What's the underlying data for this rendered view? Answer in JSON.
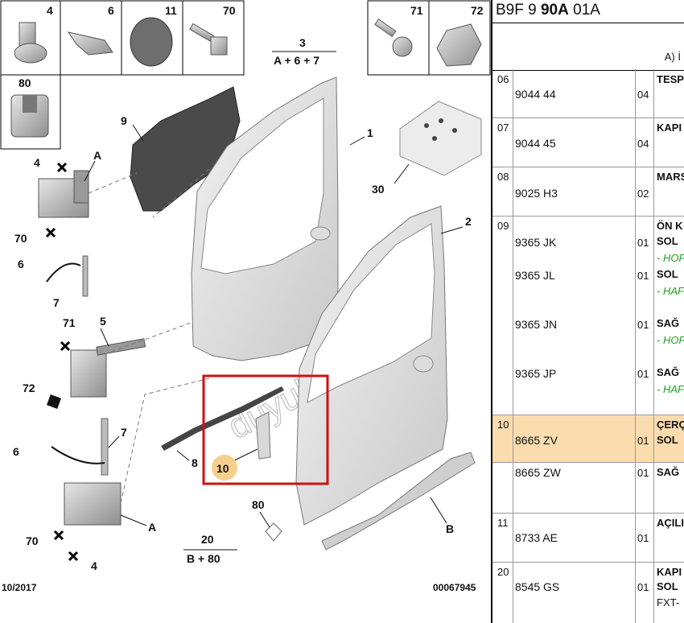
{
  "diagram": {
    "thumbnails": [
      {
        "label": "4",
        "icon": "flange-bolt-icon"
      },
      {
        "label": "6",
        "icon": "clip-icon"
      },
      {
        "label": "11",
        "icon": "plug-icon"
      },
      {
        "label": "70",
        "icon": "screw-icon"
      },
      {
        "label": "80",
        "icon": "plastic-clip-icon"
      },
      {
        "label": "71",
        "icon": "screw-icon"
      },
      {
        "label": "72",
        "icon": "hex-nut-icon"
      }
    ],
    "callouts": {
      "c3": "3",
      "c3sub": "A + 6 + 7",
      "c9": "9",
      "c1": "1",
      "c30": "30",
      "c2": "2",
      "cA1": "A",
      "c4a": "4",
      "c70a": "70",
      "c6a": "6",
      "c7a": "7",
      "c71": "71",
      "c5": "5",
      "c72": "72",
      "c7b": "7",
      "c6b": "6",
      "c8": "8",
      "c10": "10",
      "c80": "80",
      "cB": "B",
      "cA2": "A",
      "c70b": "70",
      "c4b": "4",
      "c20": "20",
      "c20sub": "B + 80"
    },
    "date": "10/2017",
    "code": "00067945",
    "watermark": "duyukoto.com"
  },
  "panel": {
    "title_prefix": "B9F 9 ",
    "title_bold": "90A",
    "title_suffix": " 01A",
    "col_head": "A) İ",
    "rows": [
      {
        "idx": "06",
        "ref": "9044 44",
        "qty": "04",
        "desc": "TESP"
      },
      {
        "idx": "07",
        "ref": "9044 45",
        "qty": "04",
        "desc": "KAPI"
      },
      {
        "idx": "08",
        "ref": "9025 H3",
        "qty": "02",
        "desc": "MARS"
      },
      {
        "idx": "09",
        "desc0": "ÖN K",
        "items": [
          {
            "ref": "9365 JK",
            "qty": "01",
            "desc": "SOL",
            "note": "- HOF"
          },
          {
            "ref": "9365 JL",
            "qty": "01",
            "desc": "SOL",
            "note": "- HAF"
          },
          {
            "ref": "9365 JN",
            "qty": "01",
            "desc": "SAĞ",
            "note": "- HOF"
          },
          {
            "ref": "9365 JP",
            "qty": "01",
            "desc": "SAĞ",
            "note": "- HAF"
          }
        ]
      },
      {
        "idx": "10",
        "desc0": "ÇERÇ",
        "ref": "8665 ZV",
        "qty": "01",
        "desc": "SOL"
      },
      {
        "ref": "8665 ZW",
        "qty": "01",
        "desc": "SAĞ"
      },
      {
        "idx": "11",
        "desc0": "AÇILI",
        "ref": "8733 AE",
        "qty": "01"
      },
      {
        "idx": "20",
        "desc0": "KAPI",
        "ref": "8545 GS",
        "qty": "01",
        "desc": "SOL",
        "extra": "FXT-"
      }
    ]
  },
  "colors": {
    "highlight_row": "#fbdcae",
    "callout_box": "#d01010",
    "callout_circle": "#f6cf8e",
    "note_green": "#22a122"
  }
}
